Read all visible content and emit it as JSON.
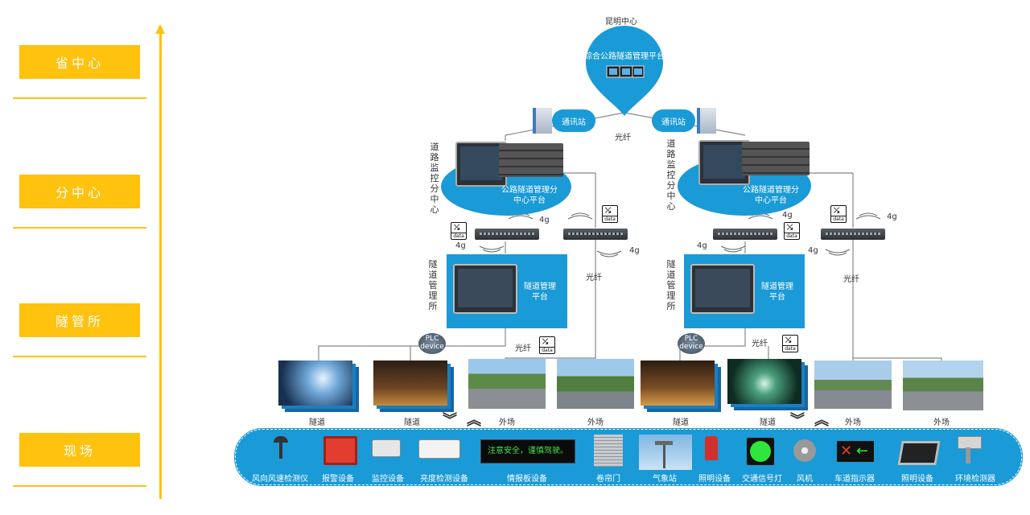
{
  "levels": {
    "province": "省中心",
    "branch": "分中心",
    "tunnel_office": "隧管所",
    "site": "现场"
  },
  "top": {
    "city_label": "昆明中心",
    "platform_label": "综合公路隧道管理平台",
    "fiber_label": "光纤"
  },
  "stations": {
    "left": "通讯站",
    "right": "通讯站"
  },
  "branch_centers": {
    "vertical_label": "道路监控分中心",
    "platform_label_line1": "公路隧道管理分",
    "platform_label_line2": "中心平台"
  },
  "tunnel_offices": {
    "vertical_label": "隧道管理所",
    "platform_line1": "隧道管理",
    "platform_line2": "平台"
  },
  "network": {
    "label_4g": "4g",
    "fiber": "光纤",
    "plc_line1": "PLC",
    "plc_line2": "device",
    "data_icon": "data"
  },
  "scenes": {
    "tunnel": "隧道",
    "outdoor": "外场"
  },
  "devices": [
    "风向风速检测仪",
    "报警设备",
    "监控设备",
    "亮度检测设备",
    "情报板设备",
    "卷帘门",
    "气象站",
    "照明设备",
    "交通信号灯",
    "风机",
    "车道指示器",
    "照明设备",
    "环境检测器"
  ],
  "info_board_text": "注意安全，谨慎驾驶。",
  "colors": {
    "accent_yellow": "#ffc20e",
    "accent_blue": "#1a9ad6"
  }
}
